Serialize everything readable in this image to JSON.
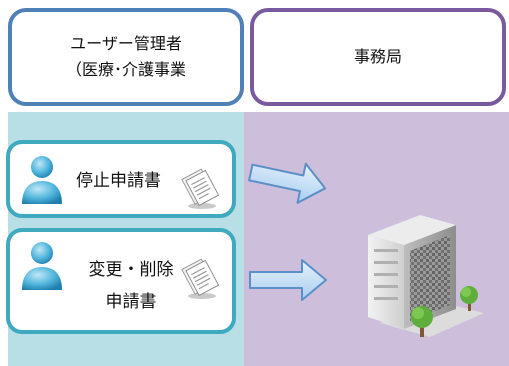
{
  "headers": {
    "user_admin": {
      "line1": "ユーザー管理者",
      "line2": "（医療･介護事業"
    },
    "office": "事務局"
  },
  "requests": [
    {
      "label": "停止申請書"
    },
    {
      "label_line1": "変更・削除",
      "label_line2": "申請書"
    }
  ],
  "colors": {
    "left_lane": "#b9dfe6",
    "right_lane": "#cdbfdc",
    "left_header_border": "#4f81b8",
    "right_header_border": "#7a5a9e",
    "card_border": "#3fa9c0",
    "arrow_fill": "#b7d6f2",
    "arrow_stroke": "#5b8fc7"
  },
  "icons": [
    "person-icon",
    "document-icon",
    "arrow-right-icon",
    "office-building-icon",
    "tree-icon"
  ]
}
